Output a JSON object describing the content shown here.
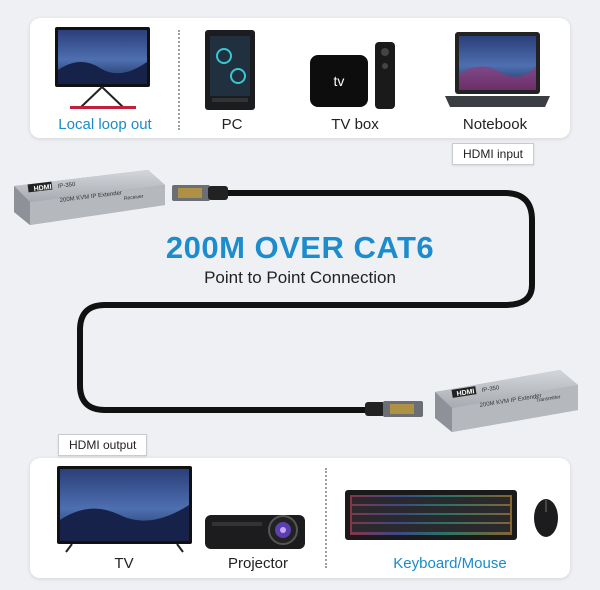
{
  "top_devices": {
    "local_loop": "Local loop out",
    "pc": "PC",
    "tv_box": "TV box",
    "tv_box_logo": "tv",
    "notebook": "Notebook"
  },
  "hdmi_input_label": "HDMI input",
  "hdmi_output_label": "HDMI output",
  "headline": "200M OVER CAT6",
  "subline": "Point to Point Connection",
  "receiver": {
    "logo": "HDMI",
    "model": "IP-350",
    "text": "200M KVM IP Extender",
    "role": "Receiver"
  },
  "transmitter": {
    "logo": "HDMI",
    "model": "IP-350",
    "text": "200M KVM IP Extender",
    "role": "Transmitter"
  },
  "bottom_devices": {
    "tv": "TV",
    "projector": "Projector",
    "keyboard_mouse": "Keyboard/Mouse"
  },
  "colors": {
    "accent": "#1a8bc8",
    "cable": "#111111",
    "device_body": "#b9bcc2"
  }
}
